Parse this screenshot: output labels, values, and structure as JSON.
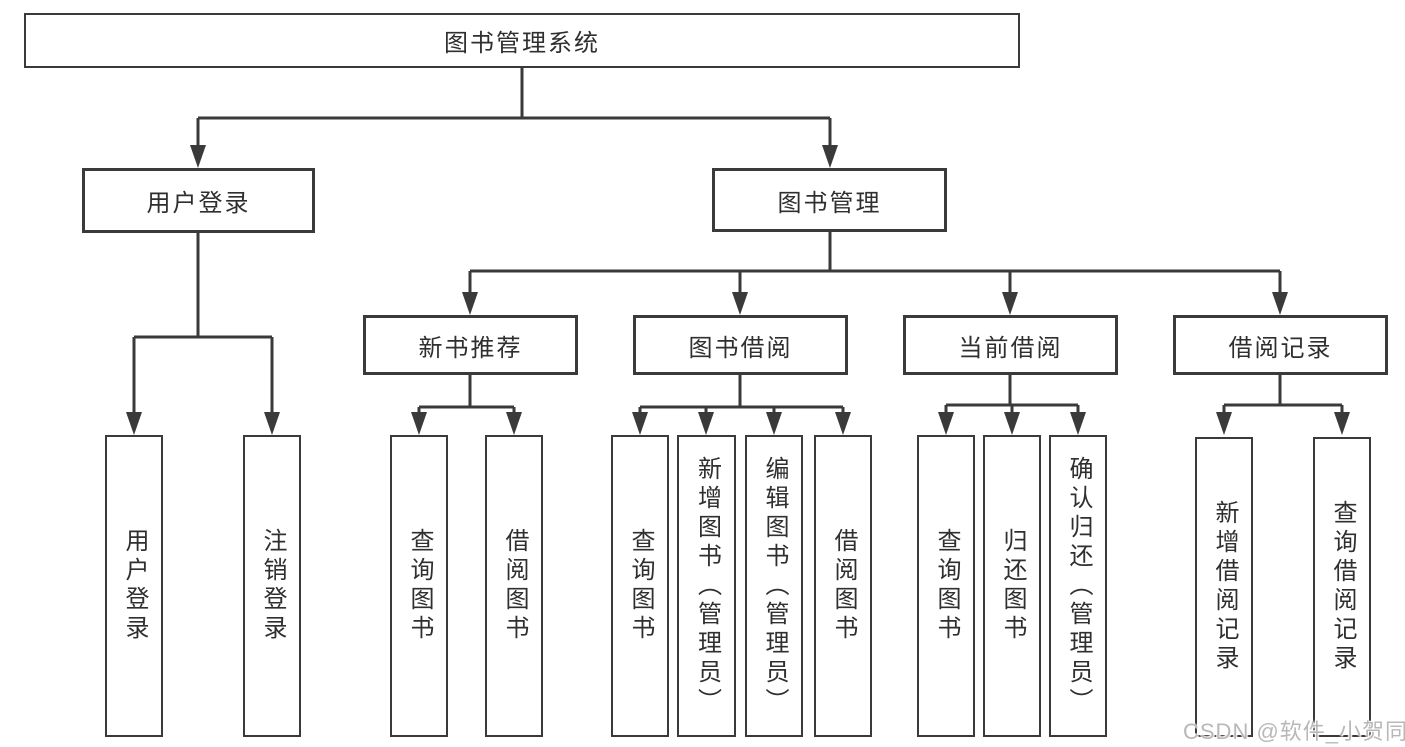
{
  "nodes": {
    "root": "图书管理系统",
    "login": {
      "label": "用户登录",
      "children": [
        "用户登录",
        "注销登录"
      ]
    },
    "book_management": {
      "label": "图书管理",
      "sections": [
        {
          "label": "新书推荐",
          "children": [
            "查询图书",
            "借阅图书"
          ]
        },
        {
          "label": "图书借阅",
          "children": [
            "查询图书",
            "新增图书（管理员）",
            "编辑图书（管理员）",
            "借阅图书"
          ]
        },
        {
          "label": "当前借阅",
          "children": [
            "查询图书",
            "归还图书",
            "确认归还（管理员）"
          ]
        },
        {
          "label": "借阅记录",
          "children": [
            "新增借阅记录",
            "查询借阅记录"
          ]
        }
      ]
    }
  },
  "watermark": "CSDN @软件_小贺同学",
  "colors": {
    "line": "#3a3a3a",
    "text": "#2f2f2f",
    "watermark": "#b8b8b8"
  }
}
